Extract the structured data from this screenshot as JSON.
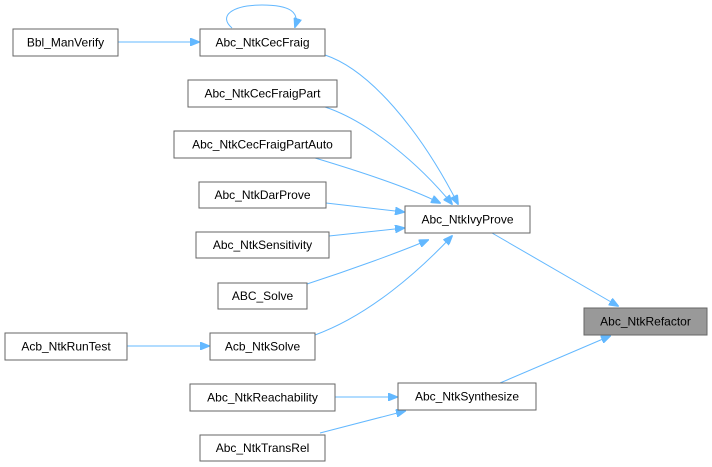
{
  "graph": {
    "type": "call-graph",
    "focus_node": "Abc_NtkRefactor",
    "edge_color": "#63b8ff",
    "focus_fill": "#999999",
    "nodes": {
      "bbl_manverify": "Bbl_ManVerify",
      "abc_ntkcecfraig": "Abc_NtkCecFraig",
      "abc_ntkcecfraigpart": "Abc_NtkCecFraigPart",
      "abc_ntkcecfraigpartauto": "Abc_NtkCecFraigPartAuto",
      "abc_ntkdarprove": "Abc_NtkDarProve",
      "abc_ntksensitivity": "Abc_NtkSensitivity",
      "abc_solve": "ABC_Solve",
      "acb_ntkruntest": "Acb_NtkRunTest",
      "acb_ntksolve": "Acb_NtkSolve",
      "abc_ntkreachability": "Abc_NtkReachability",
      "abc_ntktransrel": "Abc_NtkTransRel",
      "abc_ntkivyprove": "Abc_NtkIvyProve",
      "abc_ntkrefactor": "Abc_NtkRefactor",
      "abc_ntksynthesize": "Abc_NtkSynthesize"
    },
    "edges": [
      [
        "Bbl_ManVerify",
        "Abc_NtkCecFraig"
      ],
      [
        "Abc_NtkCecFraig",
        "Abc_NtkCecFraig"
      ],
      [
        "Abc_NtkCecFraig",
        "Abc_NtkIvyProve"
      ],
      [
        "Abc_NtkCecFraigPart",
        "Abc_NtkIvyProve"
      ],
      [
        "Abc_NtkCecFraigPartAuto",
        "Abc_NtkIvyProve"
      ],
      [
        "Abc_NtkDarProve",
        "Abc_NtkIvyProve"
      ],
      [
        "Abc_NtkSensitivity",
        "Abc_NtkIvyProve"
      ],
      [
        "ABC_Solve",
        "Abc_NtkIvyProve"
      ],
      [
        "Acb_NtkSolve",
        "Abc_NtkIvyProve"
      ],
      [
        "Acb_NtkRunTest",
        "Acb_NtkSolve"
      ],
      [
        "Abc_NtkIvyProve",
        "Abc_NtkRefactor"
      ],
      [
        "Abc_NtkSynthesize",
        "Abc_NtkRefactor"
      ],
      [
        "Abc_NtkReachability",
        "Abc_NtkSynthesize"
      ],
      [
        "Abc_NtkTransRel",
        "Abc_NtkSynthesize"
      ]
    ]
  }
}
